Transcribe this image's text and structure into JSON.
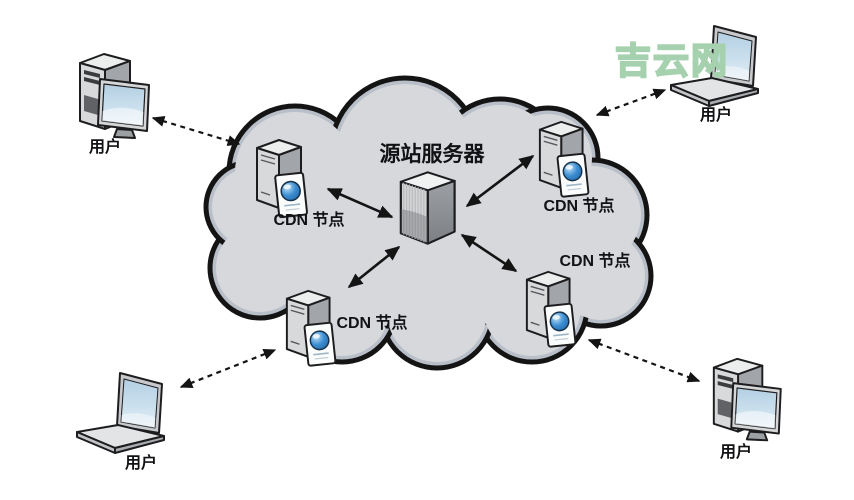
{
  "watermark": {
    "text": "吉云网",
    "color": "#a5d1af"
  },
  "origin_server": {
    "label": "源站服务器",
    "icon": "server-tower-icon"
  },
  "cdn_nodes": [
    {
      "position": "top-left",
      "label": "CDN 节点",
      "icon": "server-with-globe-icon"
    },
    {
      "position": "top-right",
      "label": "CDN 节点",
      "icon": "server-with-globe-icon"
    },
    {
      "position": "bottom-right",
      "label": "CDN 节点",
      "icon": "server-with-globe-icon"
    },
    {
      "position": "bottom-left",
      "label": "CDN 节点",
      "icon": "server-with-globe-icon"
    }
  ],
  "users": [
    {
      "position": "top-left",
      "label": "用户",
      "device": "desktop-computer"
    },
    {
      "position": "top-right",
      "label": "用户",
      "device": "laptop"
    },
    {
      "position": "bottom-left",
      "label": "用户",
      "device": "laptop"
    },
    {
      "position": "bottom-right",
      "label": "用户",
      "device": "desktop-computer"
    }
  ],
  "connections": {
    "origin_to_cdn": {
      "style": "solid",
      "arrowheads": "both-ends",
      "count": 4
    },
    "user_to_cdn": {
      "style": "dashed",
      "arrowheads": "both-ends",
      "count": 4
    }
  },
  "colors": {
    "background": "#ffffff",
    "cloud_fill": "#d6d8db",
    "cloud_rim": "#b9bfc8",
    "outline": "#141414",
    "screen_blue": "#c5dcec",
    "globe_blue": "#3c8ed2",
    "watermark_green": "#a5d1af"
  }
}
